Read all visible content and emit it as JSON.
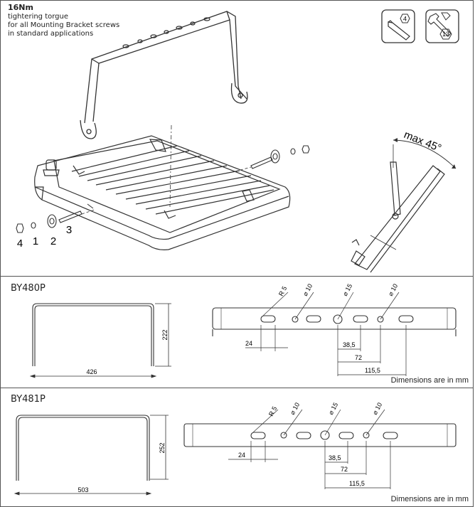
{
  "torque": {
    "value": "16Nm",
    "line1": "tightering torgue",
    "line2": "for all Mounting Bracket screws",
    "line3": "in standard applications"
  },
  "tools": {
    "hex_key": "4",
    "wrench": "13"
  },
  "assembly": {
    "parts": [
      "4",
      "1",
      "2",
      "3"
    ],
    "tilt": "max 45°"
  },
  "bracket_a": {
    "model": "BY480P",
    "width": "426",
    "height": "222",
    "radius": "R 5",
    "hole_small": "⌀ 10",
    "hole_large": "⌀ 15",
    "hole_small2": "⌀ 10",
    "d1": "24",
    "d2": "38,5",
    "d3": "72",
    "d4": "115,5",
    "note": "Dimensions are in mm"
  },
  "bracket_b": {
    "model": "BY481P",
    "width": "503",
    "height": "252",
    "radius": "R 5",
    "hole_small": "⌀ 10",
    "hole_large": "⌀ 15",
    "hole_small2": "⌀ 10",
    "d1": "24",
    "d2": "38,5",
    "d3": "72",
    "d4": "115,5",
    "note": "Dimensions are in mm"
  }
}
